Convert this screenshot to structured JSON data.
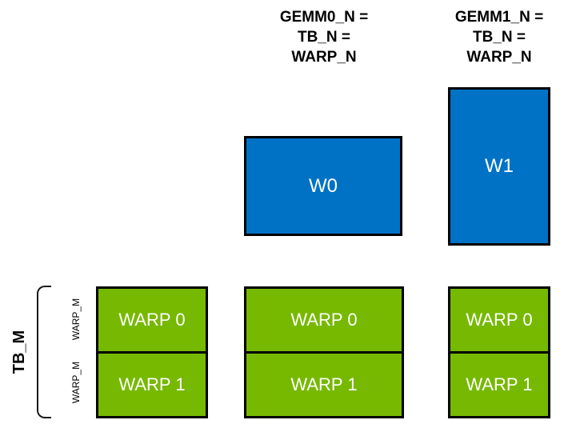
{
  "diagram": {
    "column_headers": [
      {
        "lines": [
          "GEMM0_N =",
          "TB_N =",
          "WARP_N"
        ]
      },
      {
        "lines": [
          "GEMM1_N =",
          "TB_N =",
          "WARP_N"
        ]
      }
    ],
    "gemm0_warp_tile": {
      "label": "W0"
    },
    "gemm1_warp_tile": {
      "label": "W1"
    },
    "warp_stacks": [
      {
        "name": "left",
        "rows": [
          "WARP 0",
          "WARP 1"
        ]
      },
      {
        "name": "middle",
        "rows": [
          "WARP 0",
          "WARP 1"
        ]
      },
      {
        "name": "right",
        "rows": [
          "WARP 0",
          "WARP 1"
        ]
      }
    ],
    "side_labels": {
      "tb_m": "TB_M",
      "warp_m_top": "WARP_M",
      "warp_m_bottom": "WARP_M"
    },
    "colors": {
      "blue": "#0072C6",
      "green": "#76B900",
      "outline": "#000000",
      "tile_text": "#FFFFFF",
      "label_text": "#000000"
    }
  }
}
